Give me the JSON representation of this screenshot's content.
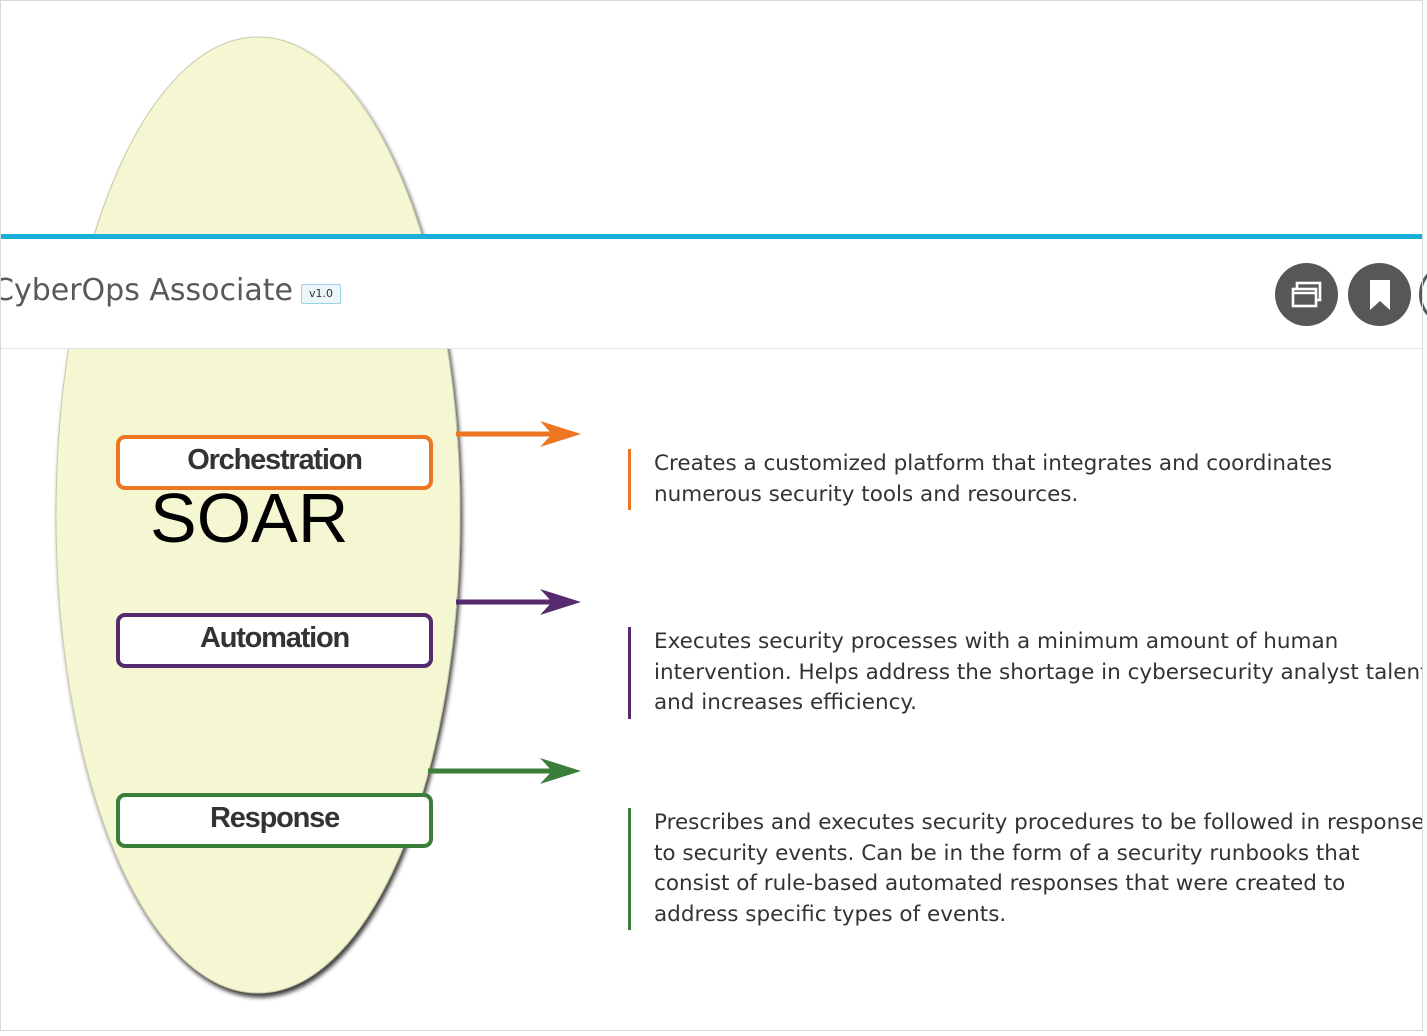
{
  "header": {
    "course_title": "CyberOps Associate",
    "version": "v1.0",
    "buttons": [
      {
        "icon": "window-restore-icon"
      },
      {
        "icon": "bookmark-icon"
      }
    ]
  },
  "diagram": {
    "center_label": "SOAR",
    "ellipse_fill": "#f5f6d2",
    "items": [
      {
        "label": "Orchestration",
        "color": "#ee7623",
        "description": [
          "Creates a customized platform that integrates and coordinates",
          "numerous security tools and resources."
        ]
      },
      {
        "label": "Automation",
        "color": "#552a6f",
        "description": [
          "Executes security processes with a minimum amount of human",
          "intervention. Helps address the shortage in cybersecurity analyst talent",
          "and increases efficiency."
        ]
      },
      {
        "label": "Response",
        "color": "#3a7e3a",
        "description": [
          "Prescribes and executes security procedures to be followed in response",
          "to security events. Can be in the form of a security runbooks that",
          "consist of rule-based automated responses that were created to",
          "address specific types of events."
        ]
      }
    ]
  }
}
